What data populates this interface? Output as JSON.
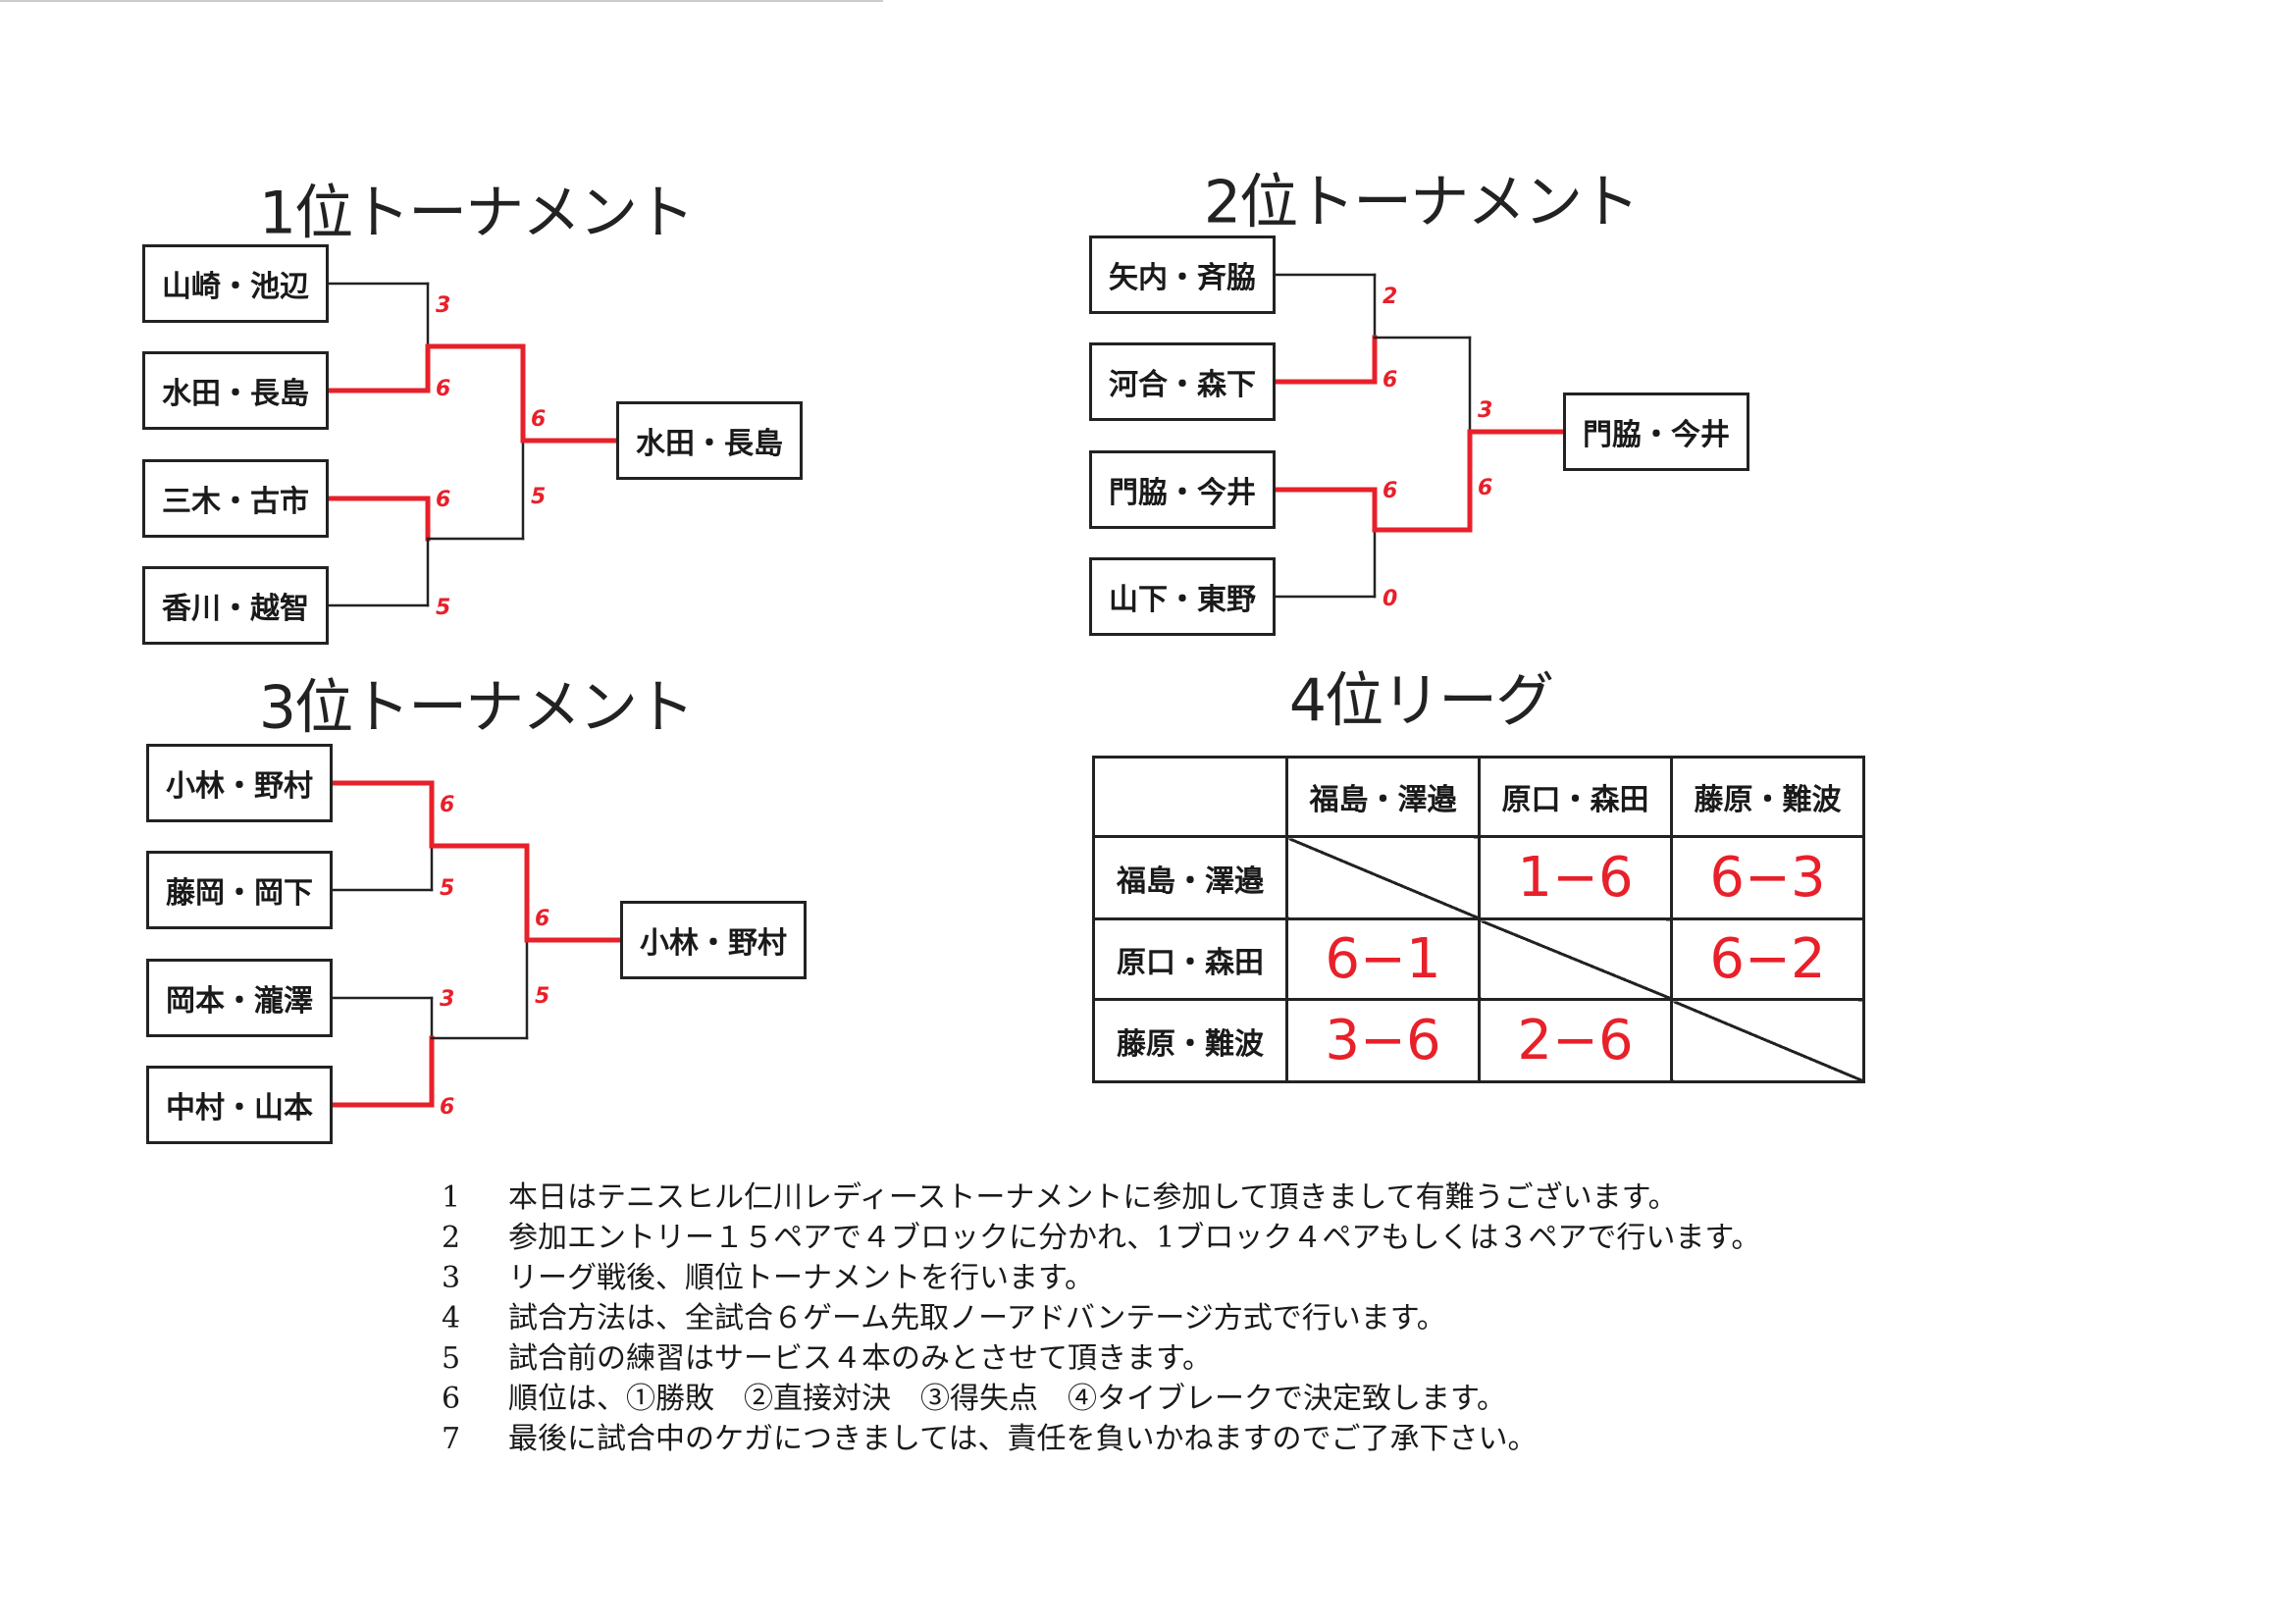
{
  "brackets": [
    {
      "title": "1位トーナメント",
      "entries": [
        "山崎・池辺",
        "水田・長島",
        "三木・古市",
        "香川・越智"
      ],
      "round1": [
        [
          3,
          6
        ],
        [
          6,
          5
        ]
      ],
      "final": [
        6,
        5
      ],
      "champion": "水田・長島"
    },
    {
      "title": "2位トーナメント",
      "entries": [
        "矢内・斉脇",
        "河合・森下",
        "門脇・今井",
        "山下・東野"
      ],
      "round1": [
        [
          2,
          6
        ],
        [
          6,
          0
        ]
      ],
      "final": [
        3,
        6
      ],
      "champion": "門脇・今井"
    },
    {
      "title": "3位トーナメント",
      "entries": [
        "小林・野村",
        "藤岡・岡下",
        "岡本・瀧澤",
        "中村・山本"
      ],
      "round1": [
        [
          6,
          5
        ],
        [
          3,
          6
        ]
      ],
      "final": [
        6,
        5
      ],
      "champion": "小林・野村"
    }
  ],
  "league": {
    "title": "4位リーグ",
    "teams": [
      "福島・澤邉",
      "原口・森田",
      "藤原・難波"
    ],
    "results": [
      [
        "",
        "1−6",
        "6−3"
      ],
      [
        "6−1",
        "",
        "6−2"
      ],
      [
        "3−6",
        "2−6",
        ""
      ]
    ]
  },
  "notes": [
    {
      "num": "1",
      "text": "本日はテニスヒル仁川レディーストーナメントに参加して頂きまして有難うございます。"
    },
    {
      "num": "2",
      "text": "参加エントリー１５ペアで４ブロックに分かれ、1ブロック４ペアもしくは３ペアで行います。"
    },
    {
      "num": "3",
      "text": "リーグ戦後、順位トーナメントを行います。"
    },
    {
      "num": "4",
      "text": "試合方法は、全試合６ゲーム先取ノーアドバンテージ方式で行います。"
    },
    {
      "num": "5",
      "text": "試合前の練習はサービス４本のみとさせて頂きます。"
    },
    {
      "num": "6",
      "text": "順位は、①勝敗　②直接対決　③得失点　④タイブレークで決定致します。"
    },
    {
      "num": "7",
      "text": "最後に試合中のケガにつきましては、責任を負いかねますのでご了承下さい。"
    }
  ],
  "colors": {
    "win": "#e8202a",
    "line": "#222222"
  }
}
